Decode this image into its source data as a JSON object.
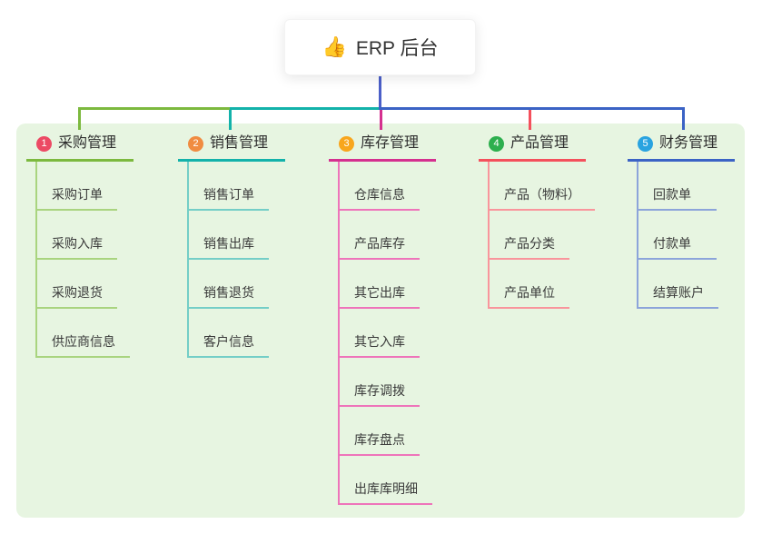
{
  "root": {
    "icon": "👍",
    "label": "ERP 后台",
    "line_color": "#4b5fc8"
  },
  "canvas_color": "#e7f5e1",
  "branches": [
    {
      "badge": "1",
      "badge_color": "#ec4a64",
      "title": "采购管理",
      "line_color": "#7cb93e",
      "child_line_color": "#a9d47f",
      "items": [
        "采购订单",
        "采购入库",
        "采购退货",
        "供应商信息"
      ]
    },
    {
      "badge": "2",
      "badge_color": "#f08c41",
      "title": "销售管理",
      "line_color": "#13b2aa",
      "child_line_color": "#74cec7",
      "items": [
        "销售订单",
        "销售出库",
        "销售退货",
        "客户信息"
      ]
    },
    {
      "badge": "3",
      "badge_color": "#f8a61d",
      "title": "库存管理",
      "line_color": "#d5308f",
      "child_line_color": "#ee74ba",
      "items": [
        "仓库信息",
        "产品库存",
        "其它出库",
        "其它入库",
        "库存调拨",
        "库存盘点",
        "出库库明细"
      ]
    },
    {
      "badge": "4",
      "badge_color": "#2daf4e",
      "title": "产品管理",
      "line_color": "#f4505c",
      "child_line_color": "#f9959c",
      "items": [
        "产品（物料）",
        "产品分类",
        "产品单位"
      ]
    },
    {
      "badge": "5",
      "badge_color": "#29a3e0",
      "title": "财务管理",
      "line_color": "#3b63c5",
      "child_line_color": "#8ca4da",
      "items": [
        "回款单",
        "付款单",
        "结算账户"
      ]
    }
  ]
}
